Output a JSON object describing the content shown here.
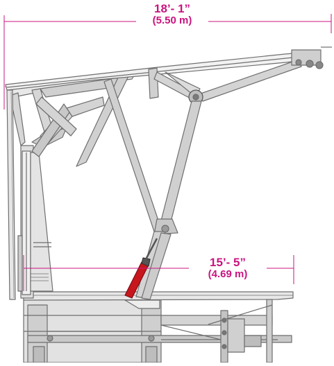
{
  "diagram": {
    "dimensions": {
      "overall_length": {
        "imperial": "18’- 1”",
        "metric": "(5.50 m)"
      },
      "reach": {
        "imperial": "15’- 5”",
        "metric": "(4.69 m)"
      }
    },
    "colors": {
      "dimension": "#c8147f",
      "frame_fill": "#d9d9d9",
      "frame_stroke": "#6e6e6e",
      "frame_dark": "#3b3b3b",
      "actuator": "#c7161d",
      "background": "#ffffff"
    }
  }
}
